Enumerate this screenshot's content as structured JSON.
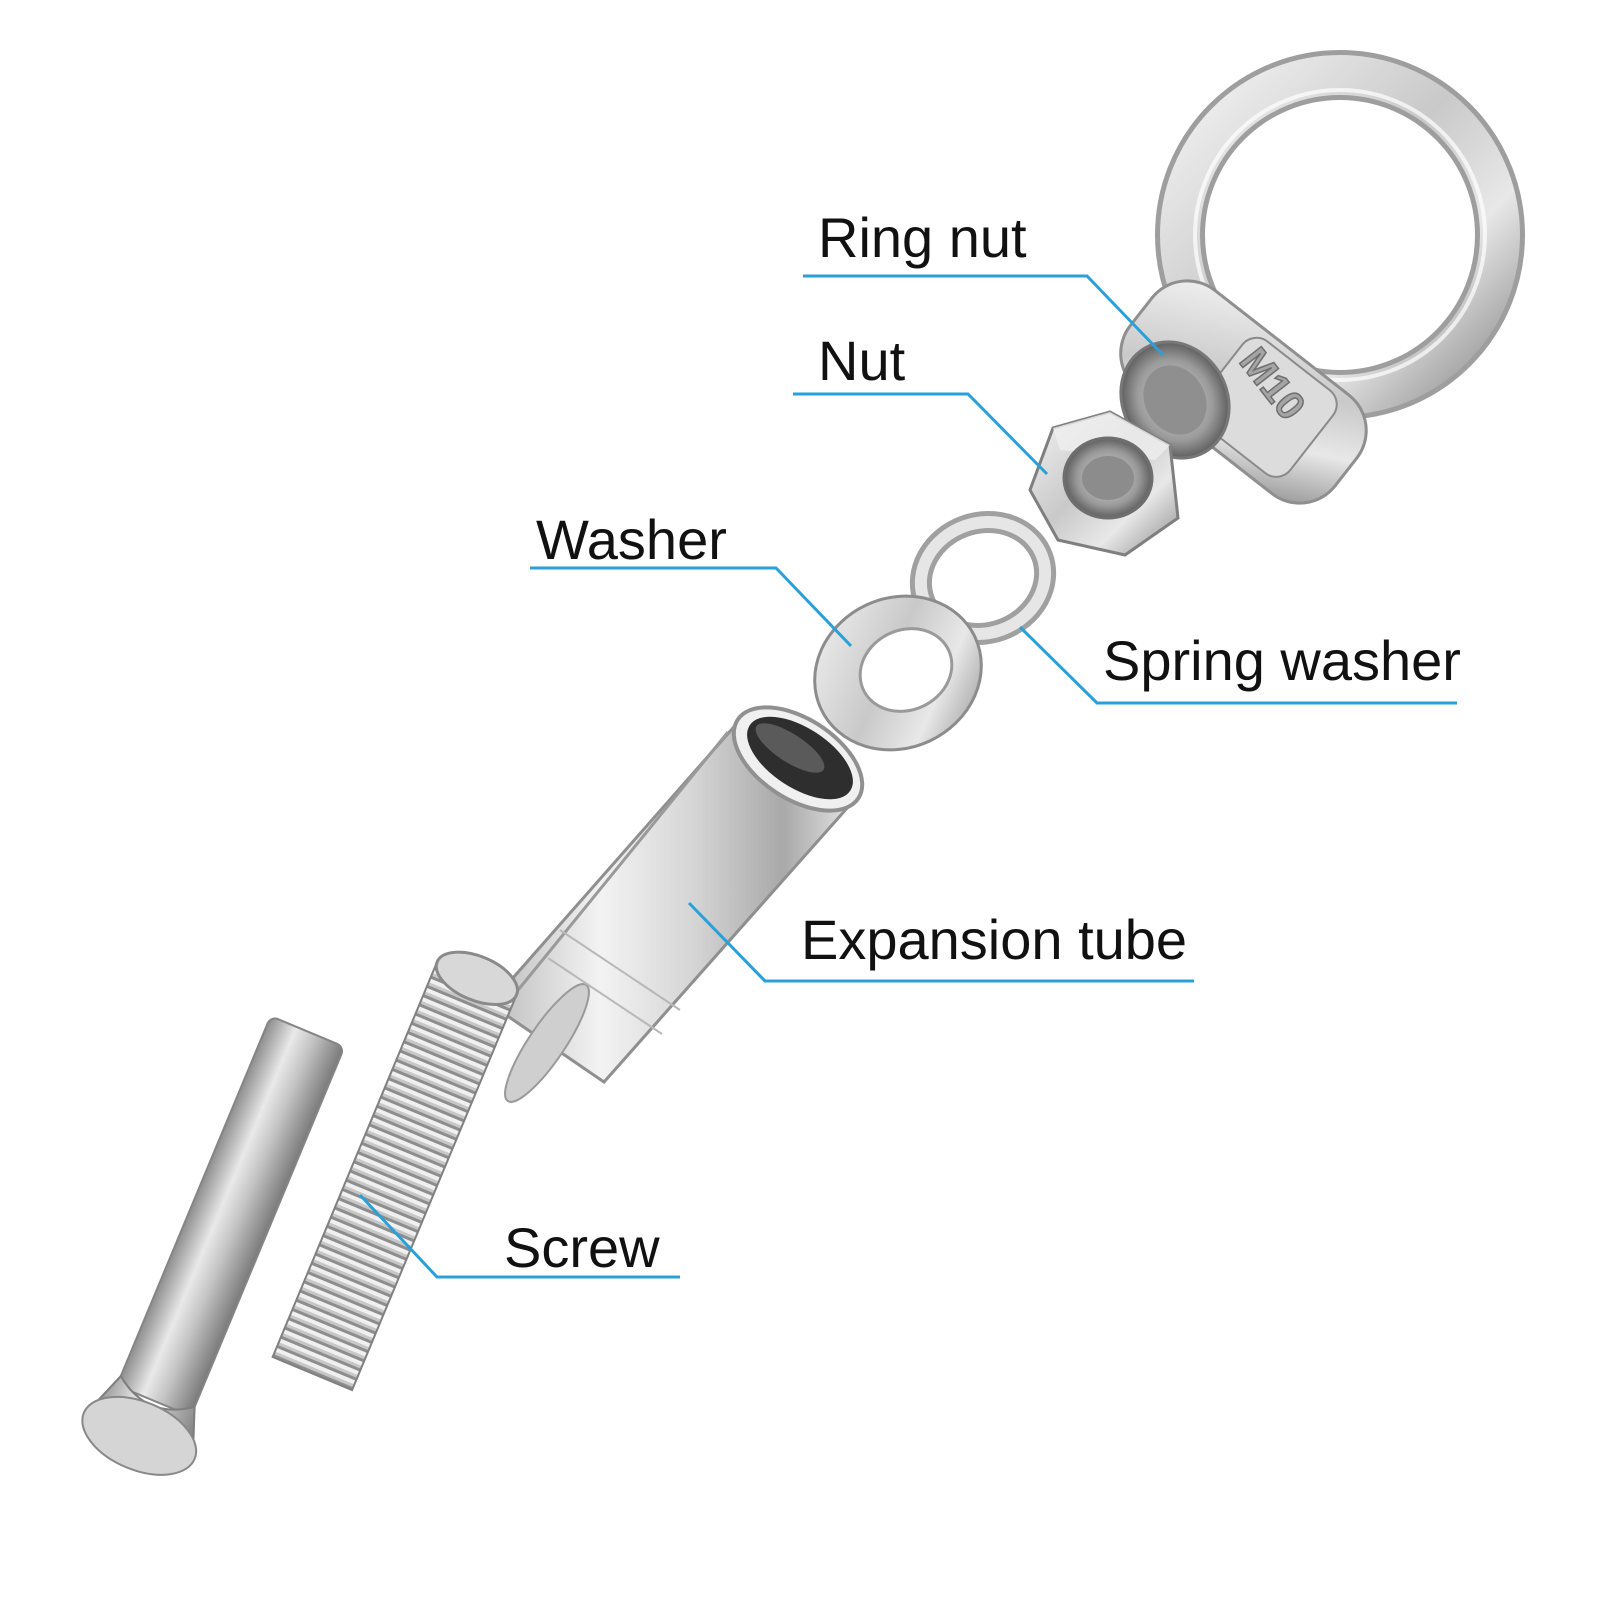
{
  "labels": {
    "ring_nut": "Ring nut",
    "nut": "Nut",
    "washer": "Washer",
    "spring_washer": "Spring washer",
    "expansion_tube": "Expansion tube",
    "screw": "Screw"
  },
  "ring_nut_marking": "M10",
  "colors": {
    "leader": "#2aa0d8",
    "steel_light": "#f2f2f2",
    "steel_mid": "#bdbdbd",
    "steel_dark": "#7c7c7c",
    "text": "#111111"
  }
}
